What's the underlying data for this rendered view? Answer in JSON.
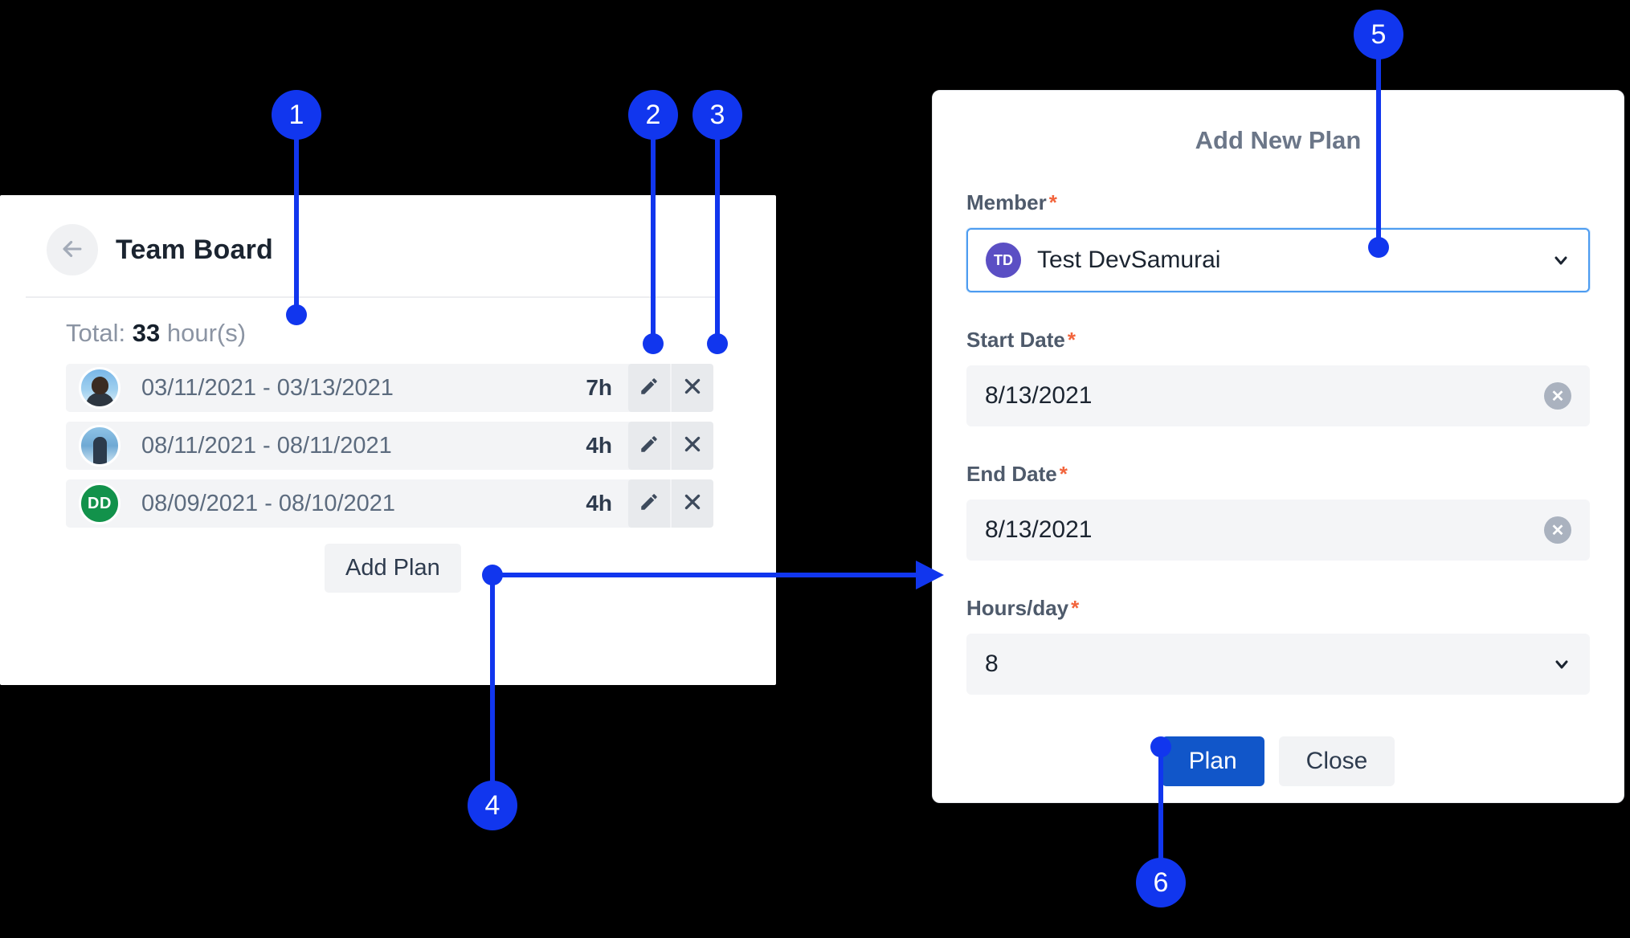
{
  "team_board": {
    "title": "Team Board",
    "back_icon": "arrow-left-icon",
    "total_prefix": "Total:",
    "total_value": "33",
    "total_suffix": "hour(s)",
    "add_plan_label": "Add Plan",
    "rows": [
      {
        "avatar_type": "photo",
        "avatar_initials": "",
        "dates": "03/11/2021 - 03/13/2021",
        "hours": "7h",
        "edit_icon": "pencil-icon",
        "delete_icon": "close-x-icon"
      },
      {
        "avatar_type": "photo",
        "avatar_initials": "",
        "dates": "08/11/2021 - 08/11/2021",
        "hours": "4h",
        "edit_icon": "pencil-icon",
        "delete_icon": "close-x-icon"
      },
      {
        "avatar_type": "initials",
        "avatar_initials": "DD",
        "dates": "08/09/2021 - 08/10/2021",
        "hours": "4h",
        "edit_icon": "pencil-icon",
        "delete_icon": "close-x-icon"
      }
    ]
  },
  "dialog": {
    "title": "Add New Plan",
    "required_marker": "*",
    "member": {
      "label": "Member",
      "avatar_initials": "TD",
      "value": "Test DevSamurai",
      "chevron_icon": "chevron-down-icon"
    },
    "start_date": {
      "label": "Start Date",
      "value": "8/13/2021",
      "clear_icon": "clear-circle-icon"
    },
    "end_date": {
      "label": "End Date",
      "value": "8/13/2021",
      "clear_icon": "clear-circle-icon"
    },
    "hours_per_day": {
      "label": "Hours/day",
      "value": "8",
      "chevron_icon": "chevron-down-icon"
    },
    "primary_button": "Plan",
    "secondary_button": "Close"
  },
  "callouts": [
    {
      "number": "1"
    },
    {
      "number": "2"
    },
    {
      "number": "3"
    },
    {
      "number": "4"
    },
    {
      "number": "5"
    },
    {
      "number": "6"
    }
  ],
  "colors": {
    "annotation_blue": "#1136EE",
    "primary_blue": "#1156C9",
    "focus_blue": "#4D9CF0",
    "required_red": "#F2643C",
    "member_avatar_purple": "#5B4FC4",
    "initials_avatar_green": "#12924B",
    "background": "#000000"
  }
}
